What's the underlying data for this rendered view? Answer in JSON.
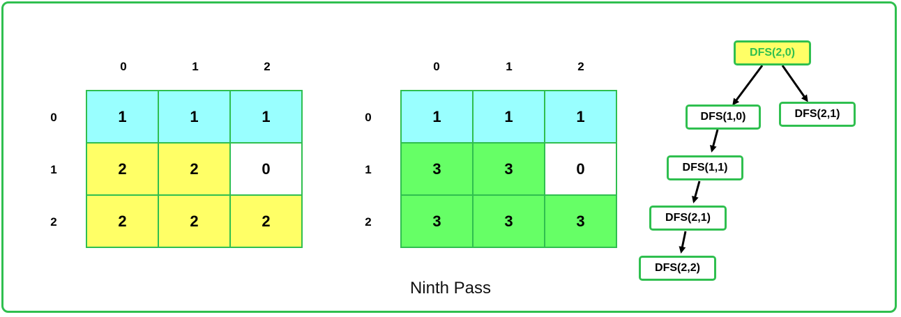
{
  "caption": "Ninth Pass",
  "grid_left": {
    "col_headers": [
      "0",
      "1",
      "2"
    ],
    "row_headers": [
      "0",
      "1",
      "2"
    ],
    "cells": [
      [
        {
          "v": "1",
          "color": "#99ffff"
        },
        {
          "v": "1",
          "color": "#99ffff"
        },
        {
          "v": "1",
          "color": "#99ffff"
        }
      ],
      [
        {
          "v": "2",
          "color": "#ffff66"
        },
        {
          "v": "2",
          "color": "#ffff66"
        },
        {
          "v": "0",
          "color": "#ffffff"
        }
      ],
      [
        {
          "v": "2",
          "color": "#ffff66"
        },
        {
          "v": "2",
          "color": "#ffff66"
        },
        {
          "v": "2",
          "color": "#ffff66"
        }
      ]
    ]
  },
  "grid_right": {
    "col_headers": [
      "0",
      "1",
      "2"
    ],
    "row_headers": [
      "0",
      "1",
      "2"
    ],
    "cells": [
      [
        {
          "v": "1",
          "color": "#99ffff"
        },
        {
          "v": "1",
          "color": "#99ffff"
        },
        {
          "v": "1",
          "color": "#99ffff"
        }
      ],
      [
        {
          "v": "3",
          "color": "#66ff66"
        },
        {
          "v": "3",
          "color": "#66ff66"
        },
        {
          "v": "0",
          "color": "#ffffff"
        }
      ],
      [
        {
          "v": "3",
          "color": "#66ff66"
        },
        {
          "v": "3",
          "color": "#66ff66"
        },
        {
          "v": "3",
          "color": "#66ff66"
        }
      ]
    ]
  },
  "tree": {
    "nodes": [
      "DFS(2,0)",
      "DFS(1,0)",
      "DFS(2,1)",
      "DFS(1,1)",
      "DFS(2,1)",
      "DFS(2,2)"
    ],
    "active_node": "DFS(2,0)"
  },
  "colors": {
    "border": "#2fbf4f",
    "visited_row": "#99ffff",
    "previous_island": "#ffff66",
    "current_island": "#66ff66",
    "active_node_fill": "#ffff66"
  }
}
